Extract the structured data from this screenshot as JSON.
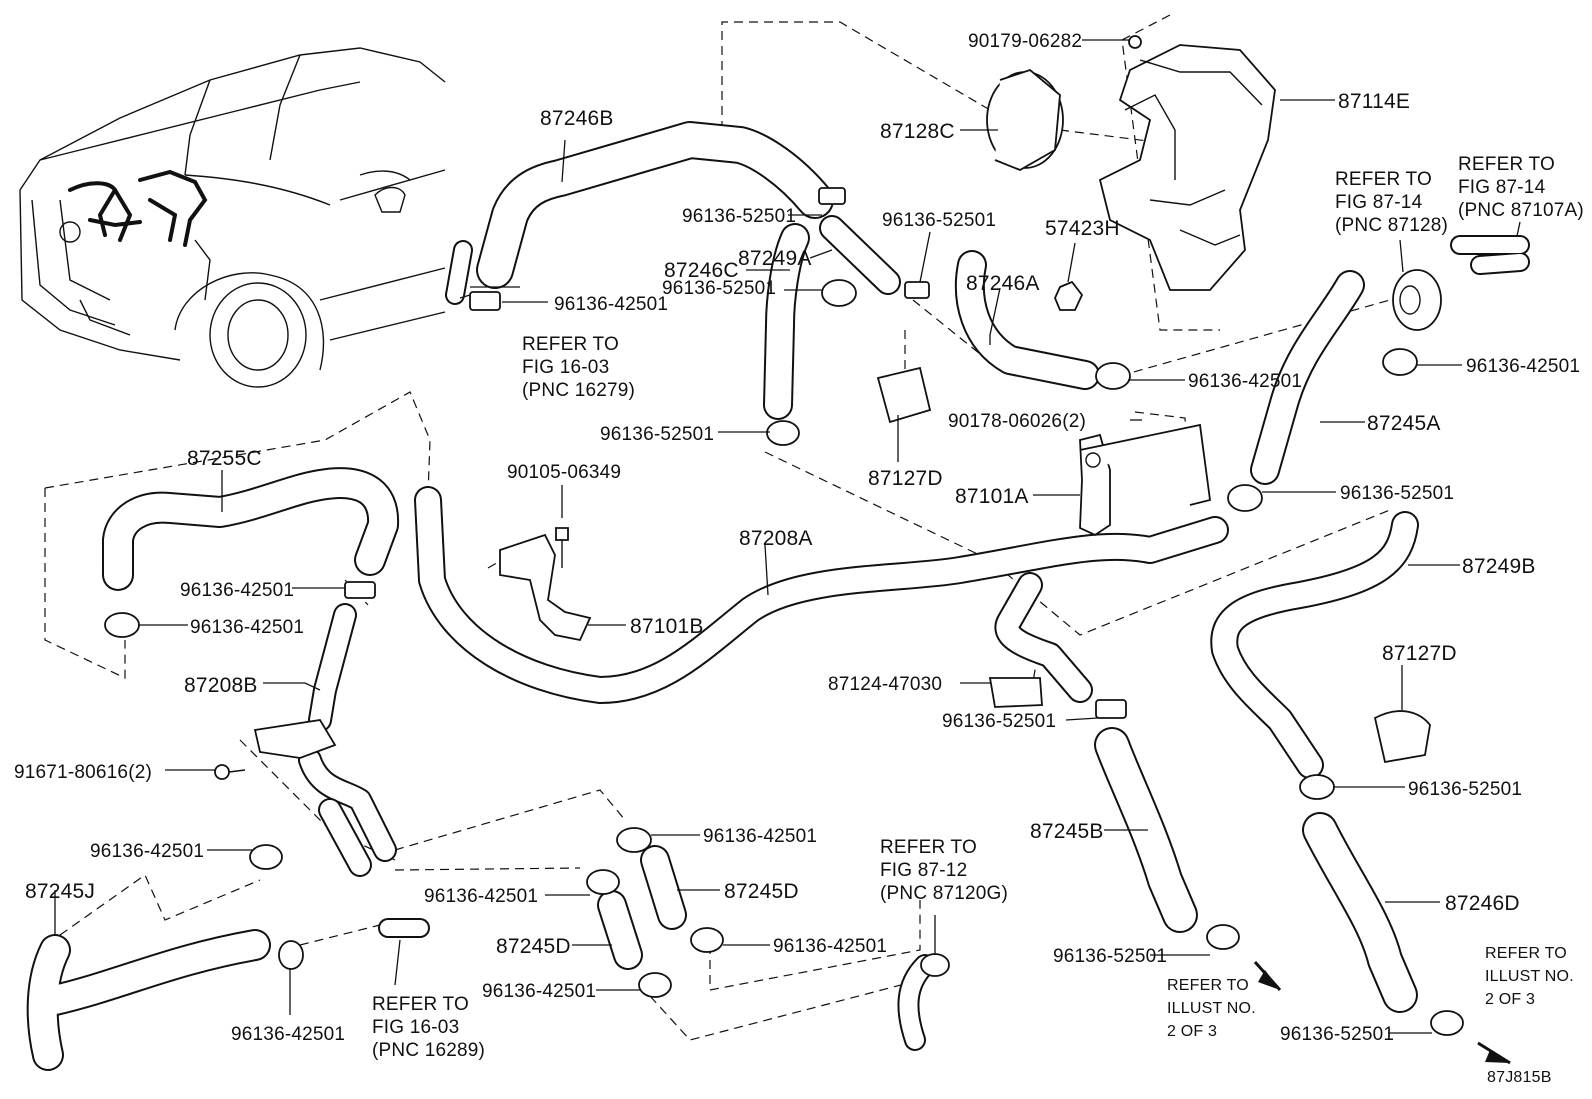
{
  "diagram_code": "87J815B",
  "labels": {
    "p90179_06282": "90179-06282",
    "p87114E": "87114E",
    "p87246B": "87246B",
    "p87128C": "87128C",
    "p96136_52501_a": "96136-52501",
    "p96136_52501_b": "96136-52501",
    "p57423H": "57423H",
    "p87249A": "87249A",
    "p96136_52501_c": "96136-52501",
    "p87246A": "87246A",
    "p96136_42501_a": "96136-42501",
    "p87246C": "87246C",
    "p96136_42501_b": "96136-42501",
    "p96136_42501_c": "96136-42501",
    "p90178_06026": "90178-06026(2)",
    "p87245A": "87245A",
    "p96136_52501_d": "96136-52501",
    "p87127D_a": "87127D",
    "p90105_06349": "90105-06349",
    "p87101A": "87101A",
    "p96136_52501_e": "96136-52501",
    "p87255C": "87255C",
    "p87208A": "87208A",
    "p87249B": "87249B",
    "p96136_42501_d": "96136-42501",
    "p96136_42501_e": "96136-42501",
    "p87101B": "87101B",
    "p87127D_b": "87127D",
    "p87208B": "87208B",
    "p87124_47030": "87124-47030",
    "p96136_52501_f": "96136-52501",
    "p91671_80616": "91671-80616(2)",
    "p96136_52501_g": "96136-52501",
    "p96136_42501_f": "96136-42501",
    "p87245B": "87245B",
    "p96136_42501_g": "96136-42501",
    "p87245D_a": "87245D",
    "p87245J": "87245J",
    "p87245D_b": "87245D",
    "p96136_42501_h": "96136-42501",
    "p87246D": "87246D",
    "p96136_42501_i": "96136-42501",
    "p96136_52501_h": "96136-52501",
    "p96136_42501_j": "96136-42501",
    "p96136_52501_i": "96136-52501"
  },
  "refs": {
    "r1": [
      "REFER TO",
      "FIG 16-03",
      "(PNC 16279)"
    ],
    "r2": [
      "REFER TO",
      "FIG 87-14",
      "(PNC 87128)"
    ],
    "r3": [
      "REFER TO",
      "FIG 87-14",
      "(PNC 87107A)"
    ],
    "r4": [
      "REFER TO",
      "FIG 87-12",
      "(PNC 87120G)"
    ],
    "r5": [
      "REFER TO",
      "FIG 16-03",
      "(PNC 16289)"
    ],
    "r6": [
      "REFER TO",
      "ILLUST NO.",
      "2 OF 3"
    ],
    "r7": [
      "REFER TO",
      "ILLUST NO.",
      "2 OF 3"
    ]
  }
}
